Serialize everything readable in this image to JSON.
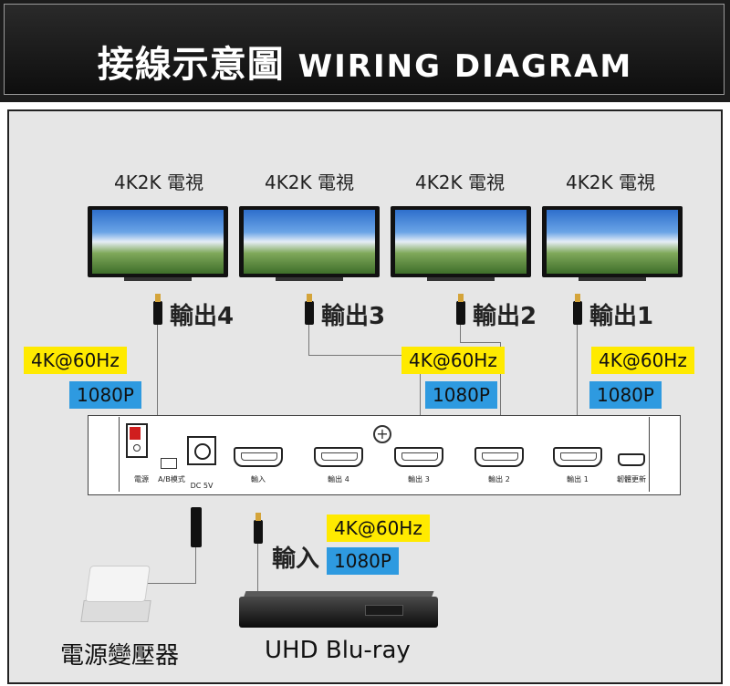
{
  "header": {
    "title_zh": "接線示意圖",
    "title_en": "WIRING DIAGRAM"
  },
  "tvs": [
    {
      "label": "4K2K 電視"
    },
    {
      "label": "4K2K 電視"
    },
    {
      "label": "4K2K 電視"
    },
    {
      "label": "4K2K 電視"
    }
  ],
  "outputs": [
    {
      "label": "輸出4"
    },
    {
      "label": "輸出3"
    },
    {
      "label": "輸出2"
    },
    {
      "label": "輸出1"
    }
  ],
  "resolutions": {
    "left": {
      "top": "4K@60Hz",
      "bottom": "1080P"
    },
    "middle": {
      "top": "4K@60Hz",
      "bottom": "1080P"
    },
    "right": {
      "top": "4K@60Hz",
      "bottom": "1080P"
    },
    "input": {
      "top": "4K@60Hz",
      "bottom": "1080P"
    }
  },
  "device": {
    "power": "電源",
    "ab_mode": "A/B模式",
    "dc": "DC 5V",
    "input": "輸入",
    "out4": "輸出 4",
    "out3": "輸出 3",
    "out2": "輸出 2",
    "out1": "輸出 1",
    "firmware": "韌體更新"
  },
  "input_label": "輸入",
  "bottom": {
    "adapter": "電源變壓器",
    "bluray": "UHD Blu-ray"
  },
  "colors": {
    "tag_yellow": "#ffea00",
    "tag_blue": "#2e9ae0",
    "header_bg": "#1c1c1c",
    "panel_bg": "#e6e6e6"
  }
}
